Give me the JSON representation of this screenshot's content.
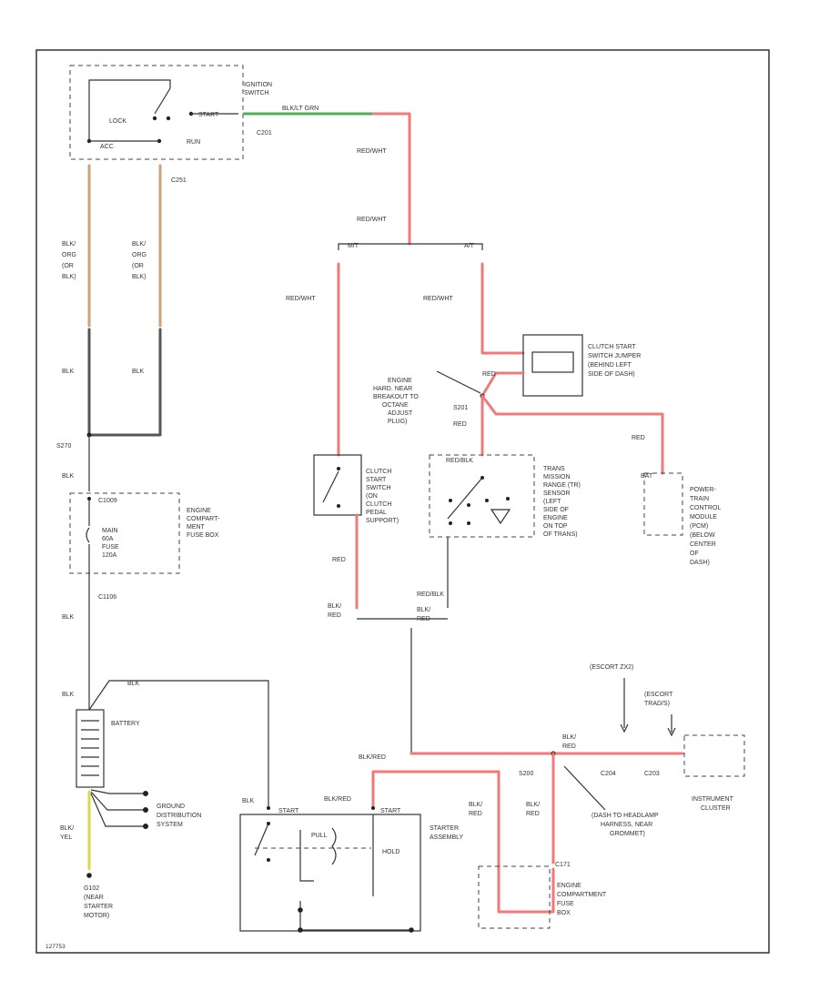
{
  "colors": {
    "red": "#f07a7a",
    "tan": "#c9a27a",
    "gray": "#555555",
    "green": "#4caf50",
    "yellow": "#d8d84a",
    "line": "#333333"
  },
  "labels": {
    "ignition_switch": [
      "IGNITION",
      "SWITCH"
    ],
    "lock": "LOCK",
    "start": "START",
    "acc": "ACC",
    "run": "RUN",
    "c201": "C201",
    "c251": "C251",
    "wire_blk_grn": "BLK/LT GRN",
    "redwht": "RED/WHT",
    "blk_org": [
      "BLK/",
      "ORG",
      "(OR",
      "BLK)"
    ],
    "blk": "BLK",
    "s270": "S270",
    "c1009": "C1009",
    "c1106": "C1106",
    "engine_fuse_box_1": [
      "ENGINE",
      "COMPART-",
      "MENT",
      "FUSE BOX"
    ],
    "main_fuse": [
      "MAIN",
      "60A",
      "FUSE",
      "120A"
    ],
    "battery": "BATTERY",
    "blk_top": "BLK",
    "ground_dist": [
      "GROUND",
      "DISTRIBUTION",
      "SYSTEM"
    ],
    "blk_yel": [
      "BLK/",
      "YEL"
    ],
    "g102": [
      "G102",
      "(NEAR",
      "STARTER",
      "MOTOR)"
    ],
    "clutch_jumper": [
      "CLUTCH START",
      "SWITCH JUMPER",
      "(BEHIND LEFT",
      "SIDE OF DASH)"
    ],
    "engine_hard_near": [
      "ENGINE",
      "HARD. NEAR",
      "BREAKOUT TO",
      "OCTANE",
      "ADJUST",
      "PLUG)"
    ],
    "s201": "S201",
    "red": "RED",
    "clutch_switch": [
      "CLUTCH",
      "START",
      "SWITCH",
      "(ON",
      "CLUTCH",
      "PEDAL",
      "SUPPORT)"
    ],
    "trans_range": [
      "TRANS",
      "MISSION",
      "RANGE (TR)",
      "SENSOR",
      "(LEFT",
      "SIDE OF",
      "ENGINE",
      "ON TOP",
      "OF TRANS)"
    ],
    "pcm": [
      "POWER-",
      "TRAIN",
      "CONTROL",
      "MODULE",
      "(PCM)",
      "(BELOW",
      "CENTER",
      "OF",
      "DASH)"
    ],
    "bat": "BAT",
    "mt": "M/T",
    "at": "A/T",
    "red_blk": "RED/BLK",
    "blk_red_pair": [
      "BLK/",
      "RED"
    ],
    "blk_red2": [
      "BLK/",
      "RED"
    ],
    "blk_red_wire": "BLK/RED",
    "escort_zx2": "(ESCORT ZX2)",
    "escort_trad": [
      "(ESCORT",
      "TRAD/S)"
    ],
    "s200": "S200",
    "c204": "C204",
    "c203": "C203",
    "instrument_cluster": [
      "INSTRUMENT",
      "CLUSTER"
    ],
    "dash_note": [
      "(DASH TO HEADLAMP",
      "HARNESS, NEAR",
      "GROMMET)"
    ],
    "blk_red_v1": [
      "BLK/",
      "RED"
    ],
    "blk_red_v2": [
      "BLK/",
      "RED"
    ],
    "starter_assembly": [
      "STARTER",
      "ASSEMBLY"
    ],
    "pull": "PULL",
    "hold": "HOLD",
    "start_s": "START",
    "c171": "C171",
    "engine_fuse_box_2": [
      "ENGINE",
      "COMPARTMENT",
      "FUSE",
      "BOX"
    ],
    "blk_s": "BLK",
    "diagram_id": "127753"
  }
}
